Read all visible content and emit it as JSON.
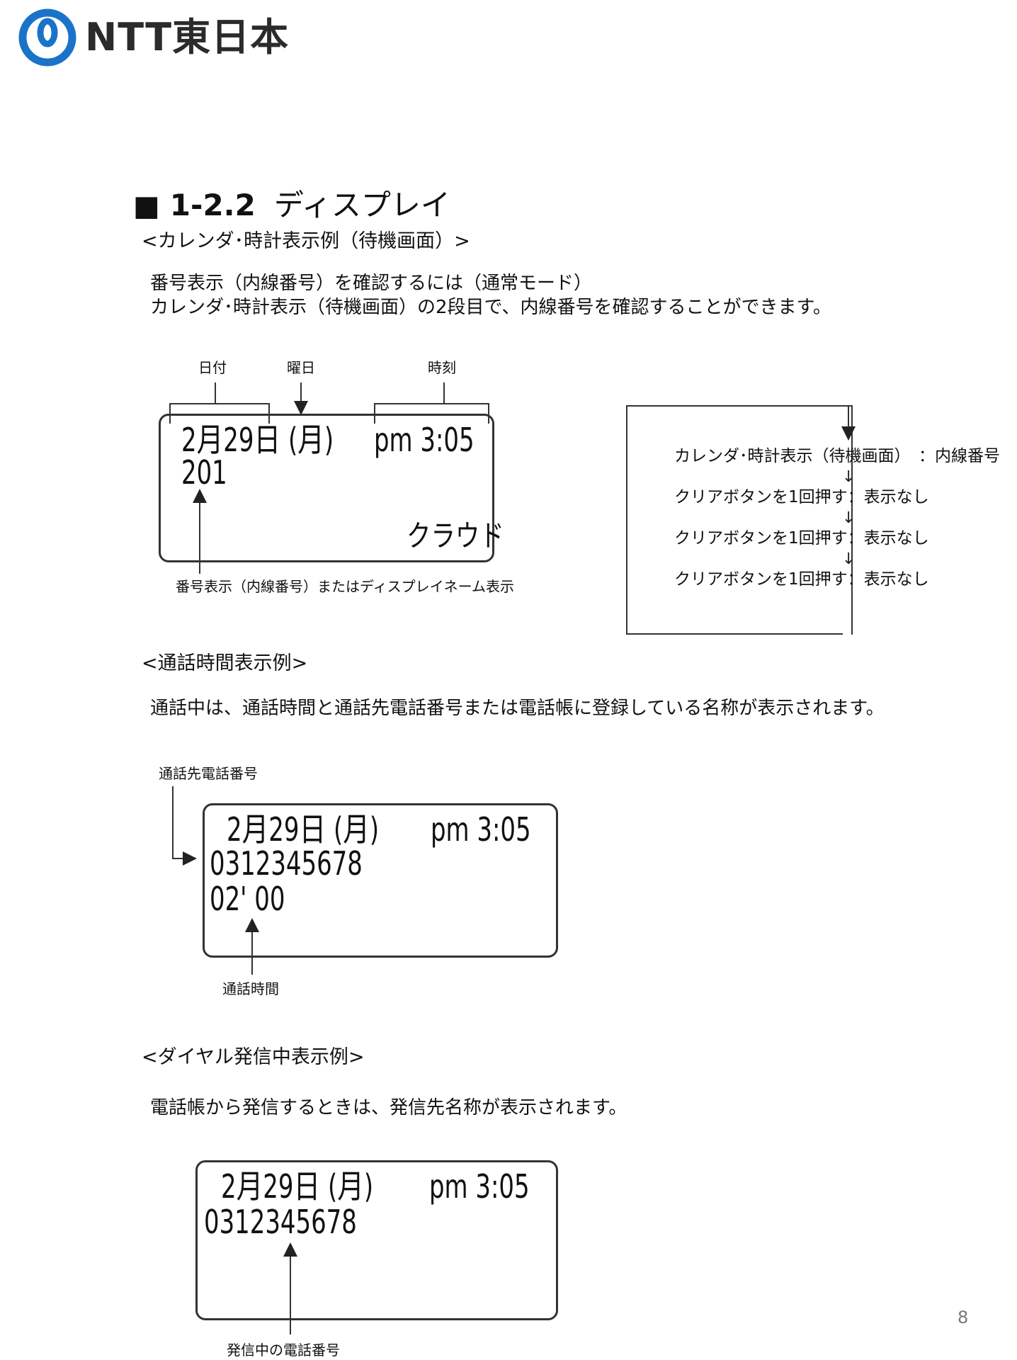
{
  "header": {
    "logo_text": "NTT東日本"
  },
  "section": {
    "marker": "■",
    "number": "1-2.2",
    "title": "ディスプレイ"
  },
  "calendar": {
    "heading": "<カレンダ･時計表示例（待機画面）>",
    "desc_line1": "番号表示（内線番号）を確認するには（通常モード）",
    "desc_line2": "カレンダ･時計表示（待機画面）の2段目で、内線番号を確認することができます。",
    "label_date": "日付",
    "label_weekday": "曜日",
    "label_time": "時刻",
    "lcd_line1_date": "2月29日 (月)",
    "lcd_line1_time": "pm 3:05",
    "lcd_line2": "201",
    "lcd_line3": "クラウド",
    "caption": "番号表示（内線番号）またはディスプレイネーム表示"
  },
  "flow": {
    "step0": "カレンダ･時計表示（待機画面）　：内線番号",
    "step1": "クリアボタンを1回押す：表示なし",
    "step2": "クリアボタンを1回押す：表示なし",
    "step3": "クリアボタンを1回押す：表示なし",
    "arrow": "↓"
  },
  "call": {
    "heading": "<通話時間表示例>",
    "desc": "通話中は、通話時間と通話先電話番号または電話帳に登録している名称が表示されます。",
    "label_number": "通話先電話番号",
    "lcd_line1_date": "2月29日 (月)",
    "lcd_line1_time": "pm 3:05",
    "lcd_line2": "0312345678",
    "lcd_line3": "02' 00",
    "caption": "通話時間"
  },
  "dial": {
    "heading": "<ダイヤル発信中表示例>",
    "desc": "電話帳から発信するときは、発信先名称が表示されます。",
    "lcd_line1_date": "2月29日 (月)",
    "lcd_line1_time": "pm 3:05",
    "lcd_line2": "0312345678",
    "caption": "発信中の電話番号"
  },
  "footer": {
    "page_number": "8"
  },
  "colors": {
    "logo_blue": "#1a73c9",
    "text": "#111111",
    "border": "#333333"
  }
}
